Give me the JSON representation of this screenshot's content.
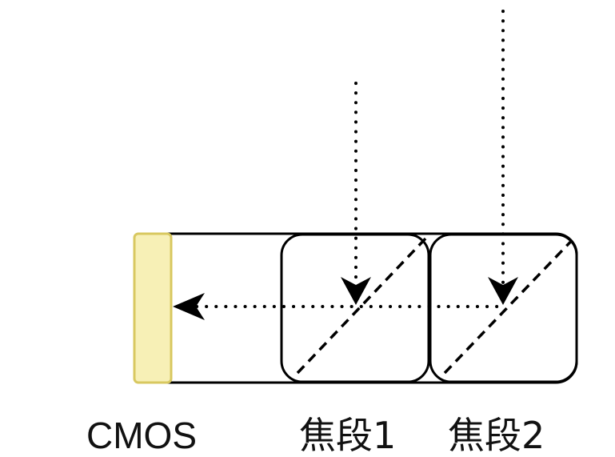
{
  "labels": {
    "cmos": "CMOS",
    "focal1": "焦段1",
    "focal2": "焦段2"
  },
  "colors": {
    "sensor_fill": "#f7f0b6",
    "sensor_stroke": "#d8c860",
    "stroke": "#000000"
  }
}
